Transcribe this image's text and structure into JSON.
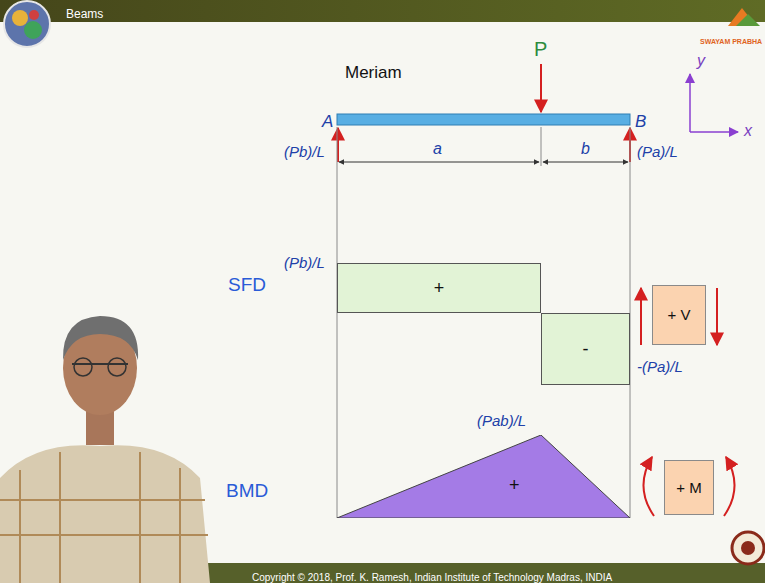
{
  "diagram": {
    "title": "Beams",
    "nodes": [
      {
        "text": [
          "+"
        ]
      },
      {
        "text": [
          "-"
        ]
      },
      {
        "text": [
          "+"
        ]
      },
      {
        "text": [
          "+ V"
        ]
      },
      {
        "text": [
          "+ M"
        ]
      }
    ],
    "labels": [
      "Meriam",
      "P",
      "A",
      "B",
      "(Pb)/L",
      "(Pa)/L",
      "a",
      "b",
      "y",
      "x",
      "SWAYAM PRABHA",
      "SFD",
      "(Pb)/L",
      "-(Pa)/L",
      "(Pab)/L",
      "BMD",
      "Copyright © 2018, Prof. K. Ramesh, Indian Institute of Technology Madras, INDIA"
    ]
  }
}
